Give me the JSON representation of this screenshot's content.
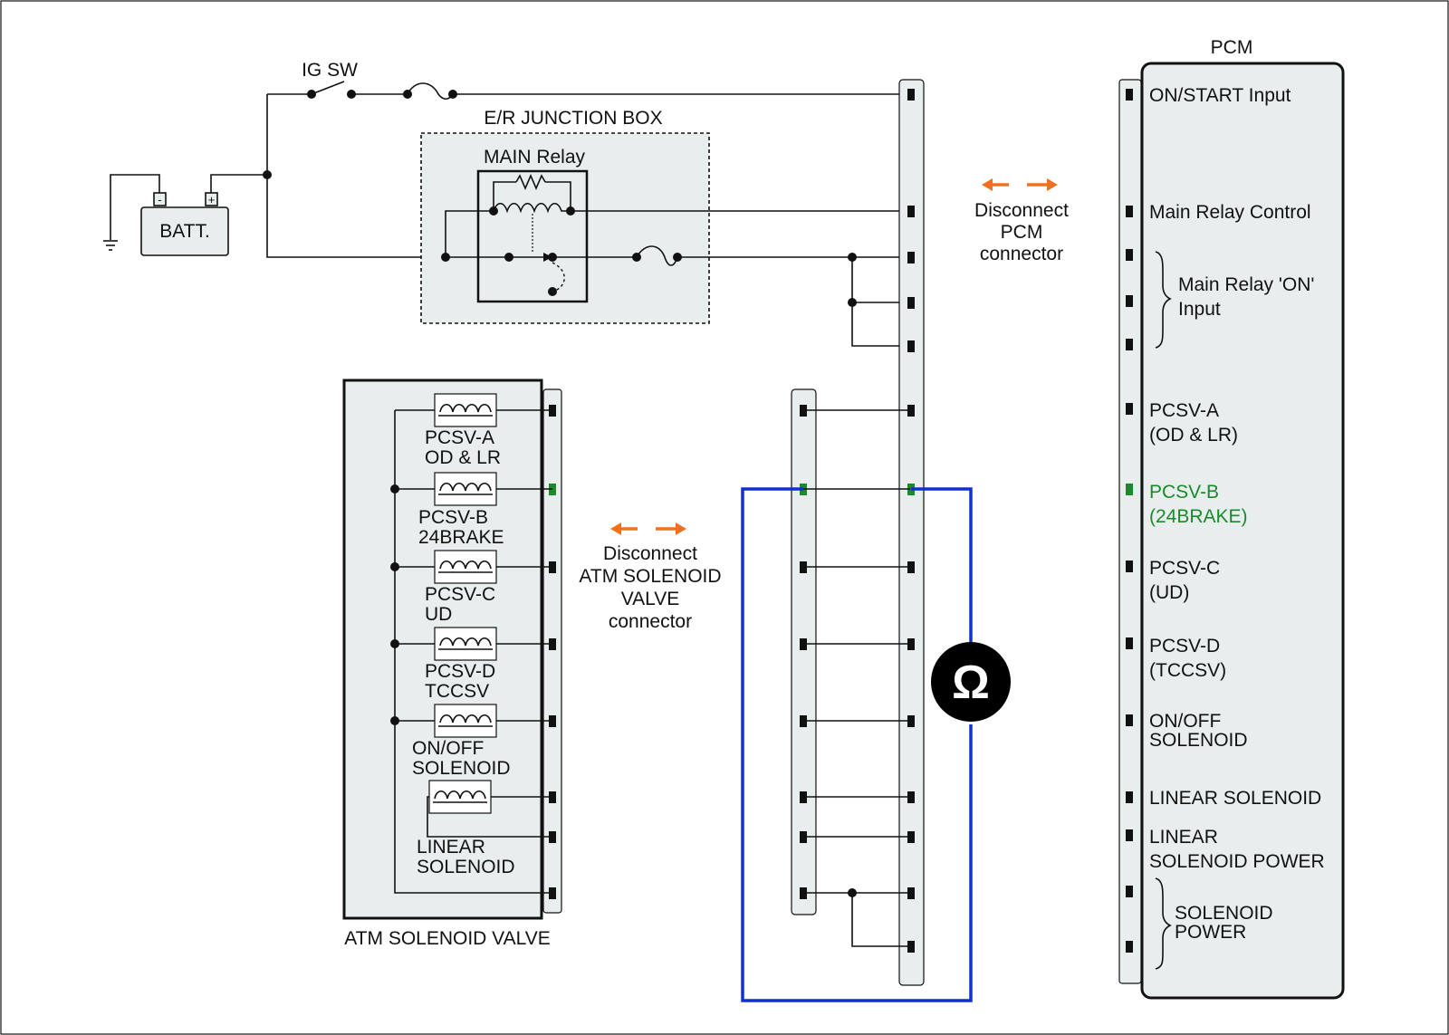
{
  "labels": {
    "ig_sw": "IG SW",
    "batt": "BATT.",
    "batt_neg": "-",
    "batt_pos": "+",
    "junction_box": "E/R JUNCTION BOX",
    "main_relay": "MAIN Relay",
    "pcm": "PCM",
    "disconnect_pcm": [
      "Disconnect",
      "PCM",
      "connector"
    ],
    "disconnect_atm": [
      "Disconnect",
      "ATM SOLENOID",
      "VALVE",
      "connector"
    ],
    "atm_solenoid_valve": "ATM SOLENOID VALVE",
    "ohm_symbol": "Ω"
  },
  "pcm_pins": [
    {
      "lines": [
        "ON/START Input"
      ],
      "highlight": false
    },
    {
      "lines": [
        "Main Relay Control"
      ],
      "highlight": false
    },
    {
      "lines": [
        "Main Relay 'ON'",
        "Input"
      ],
      "highlight": false
    },
    {
      "lines": [
        "PCSV-A",
        "(OD & LR)"
      ],
      "highlight": false
    },
    {
      "lines": [
        "PCSV-B",
        "(24BRAKE)"
      ],
      "highlight": true
    },
    {
      "lines": [
        "PCSV-C",
        "(UD)"
      ],
      "highlight": false
    },
    {
      "lines": [
        "PCSV-D",
        "(TCCSV)"
      ],
      "highlight": false
    },
    {
      "lines": [
        "ON/OFF",
        "SOLENOID"
      ],
      "highlight": false
    },
    {
      "lines": [
        "LINEAR SOLENOID"
      ],
      "highlight": false
    },
    {
      "lines": [
        "LINEAR",
        "SOLENOID POWER"
      ],
      "highlight": false
    },
    {
      "lines": [
        "SOLENOID",
        "POWER"
      ],
      "highlight": false
    }
  ],
  "solenoids": [
    {
      "lines": [
        "PCSV-A",
        "OD & LR"
      ]
    },
    {
      "lines": [
        "PCSV-B",
        "24BRAKE"
      ]
    },
    {
      "lines": [
        "PCSV-C",
        "UD"
      ]
    },
    {
      "lines": [
        "PCSV-D",
        "TCCSV"
      ]
    },
    {
      "lines": [
        "ON/OFF",
        "SOLENOID"
      ]
    },
    {
      "lines": [
        "LINEAR",
        "SOLENOID"
      ]
    }
  ],
  "colors": {
    "highlight_pin": "#1a8a2a",
    "highlight_text": "#1a8a2a",
    "arrow": "#f07020",
    "meter_lead": "#1030cc",
    "meter_body": "#000000"
  }
}
